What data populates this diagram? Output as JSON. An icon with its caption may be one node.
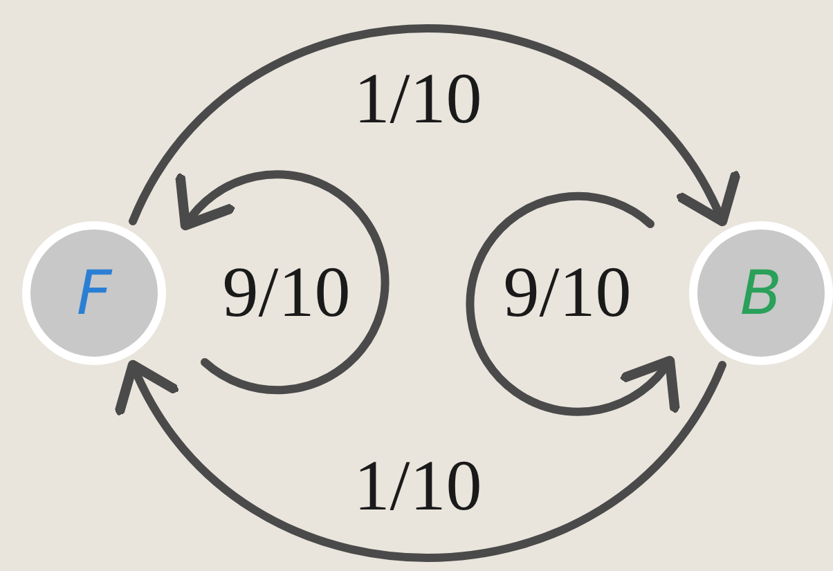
{
  "diagram": {
    "nodes": [
      {
        "text": [
          "F"
        ]
      },
      {
        "text": [
          "B"
        ]
      }
    ],
    "edges": [
      {
        "from": 0,
        "to": 1,
        "arrow": "to",
        "label": "1/10"
      },
      {
        "from": 1,
        "to": 0,
        "arrow": "to",
        "label": "1/10"
      },
      {
        "from": 0,
        "to": 0,
        "arrow": "to",
        "label": "9/10"
      },
      {
        "from": 1,
        "to": 1,
        "arrow": "to",
        "label": "9/10"
      }
    ]
  }
}
